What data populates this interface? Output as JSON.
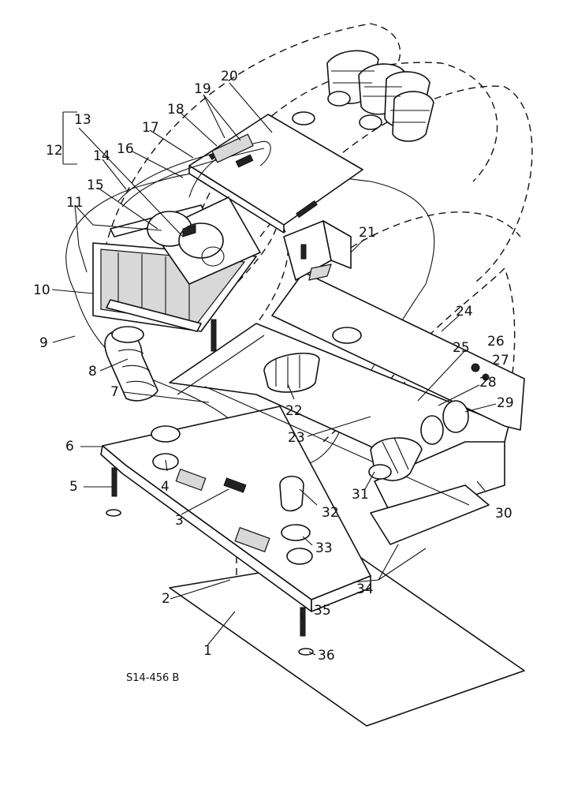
{
  "drawing": {
    "reference_code": "S14-456 B",
    "callouts": {
      "c1": "1",
      "c2": "2",
      "c3": "3",
      "c4": "4",
      "c5": "5",
      "c6": "6",
      "c7": "7",
      "c8": "8",
      "c9": "9",
      "c10": "10",
      "c11": "11",
      "c12": "12",
      "c13": "13",
      "c14": "14",
      "c15": "15",
      "c16": "16",
      "c17": "17",
      "c18": "18",
      "c19": "19",
      "c20": "20",
      "c21": "21",
      "c22": "22",
      "c23": "23",
      "c24": "24",
      "c25": "25",
      "c26": "26",
      "c27": "27",
      "c28": "28",
      "c29": "29",
      "c30": "30",
      "c31": "31",
      "c32": "32",
      "c33": "33",
      "c34": "34",
      "c35": "35",
      "c36": "36"
    }
  }
}
